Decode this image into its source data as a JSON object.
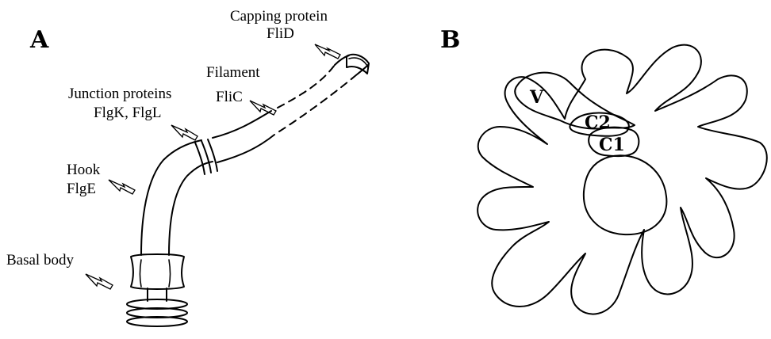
{
  "panel_a": {
    "letter": "A",
    "labels": {
      "capping_line1": "Capping protein",
      "capping_line2": "FliD",
      "filament_line1": "Filament",
      "filament_line2": "FliC",
      "junction_line1": "Junction proteins",
      "junction_line2": "FlgK, FlgL",
      "hook_line1": "Hook",
      "hook_line2": "FlgE",
      "basal_line1": "Basal body"
    }
  },
  "panel_b": {
    "letter": "B",
    "labels": {
      "v": "V",
      "c2": "C2",
      "c1": "C1"
    }
  }
}
